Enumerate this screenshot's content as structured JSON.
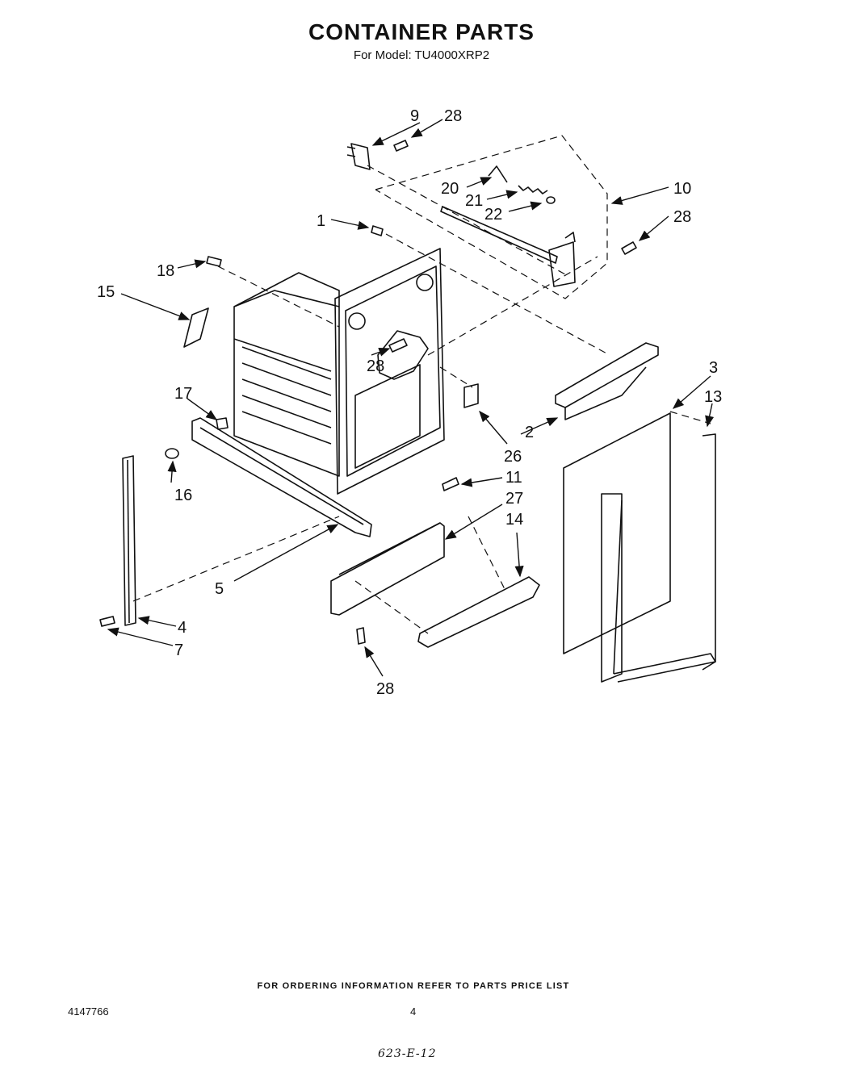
{
  "header": {
    "title": "CONTAINER PARTS",
    "subtitle": "For Model: TU4000XRP2"
  },
  "callouts": [
    {
      "id": "c9",
      "label": "9"
    },
    {
      "id": "c28a",
      "label": "28"
    },
    {
      "id": "c20",
      "label": "20"
    },
    {
      "id": "c21",
      "label": "21"
    },
    {
      "id": "c22",
      "label": "22"
    },
    {
      "id": "c10",
      "label": "10"
    },
    {
      "id": "c1",
      "label": "1"
    },
    {
      "id": "c28b",
      "label": "28"
    },
    {
      "id": "c18",
      "label": "18"
    },
    {
      "id": "c15",
      "label": "15"
    },
    {
      "id": "c28c",
      "label": "28"
    },
    {
      "id": "c3",
      "label": "3"
    },
    {
      "id": "c13",
      "label": "13"
    },
    {
      "id": "c17",
      "label": "17"
    },
    {
      "id": "c2",
      "label": "2"
    },
    {
      "id": "c26",
      "label": "26"
    },
    {
      "id": "c16",
      "label": "16"
    },
    {
      "id": "c11",
      "label": "11"
    },
    {
      "id": "c27",
      "label": "27"
    },
    {
      "id": "c14",
      "label": "14"
    },
    {
      "id": "c5",
      "label": "5"
    },
    {
      "id": "c4",
      "label": "4"
    },
    {
      "id": "c7",
      "label": "7"
    },
    {
      "id": "c28d",
      "label": "28"
    }
  ],
  "footer": {
    "ordering_note": "FOR ORDERING INFORMATION REFER TO PARTS PRICE LIST",
    "doc_number": "4147766",
    "page_number": "4",
    "handwritten_code": "623-E-12"
  }
}
